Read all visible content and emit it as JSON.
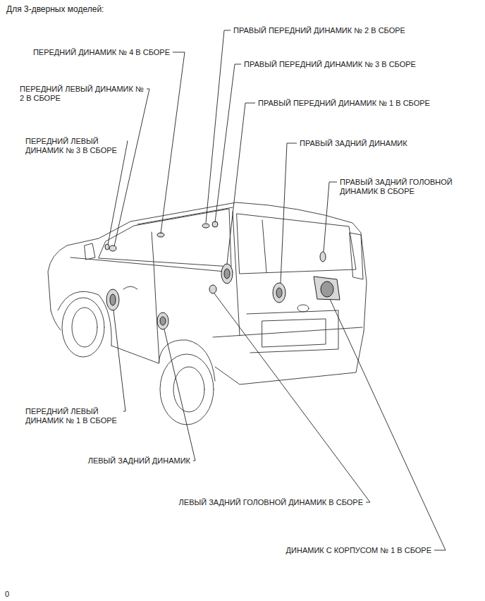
{
  "diagram": {
    "title": "Для 3-дверных моделей:",
    "labels": [
      "ПРАВЫЙ ПЕРЕДНИЙ ДИНАМИК № 2 В СБОРЕ",
      "ПЕРЕДНИЙ ДИНАМИК № 4 В СБОРЕ",
      "ПРАВЫЙ ПЕРЕДНИЙ ДИНАМИК № 3 В СБОРЕ",
      "ПЕРЕДНИЙ ЛЕВЫЙ ДИНАМИК № 2 В СБОРЕ",
      "ПРАВЫЙ ПЕРЕДНИЙ ДИНАМИК № 1 В СБОРЕ",
      "ПЕРЕДНИЙ ЛЕВЫЙ ДИНАМИК № 3 В СБОРЕ",
      "ПРАВЫЙ ЗАДНИЙ ДИНАМИК",
      "ПРАВЫЙ ЗАДНИЙ ГОЛОВНОЙ ДИНАМИК В СБОРЕ",
      "ПЕРЕДНИЙ ЛЕВЫЙ ДИНАМИК № 1 В СБОРЕ",
      "ЛЕВЫЙ ЗАДНИЙ ДИНАМИК",
      "ЛЕВЫЙ ЗАДНИЙ ГОЛОВНОЙ ДИНАМИК В СБОРЕ",
      "ДИНАМИК С КОРПУСОМ № 1 В СБОРЕ",
      "0"
    ]
  }
}
